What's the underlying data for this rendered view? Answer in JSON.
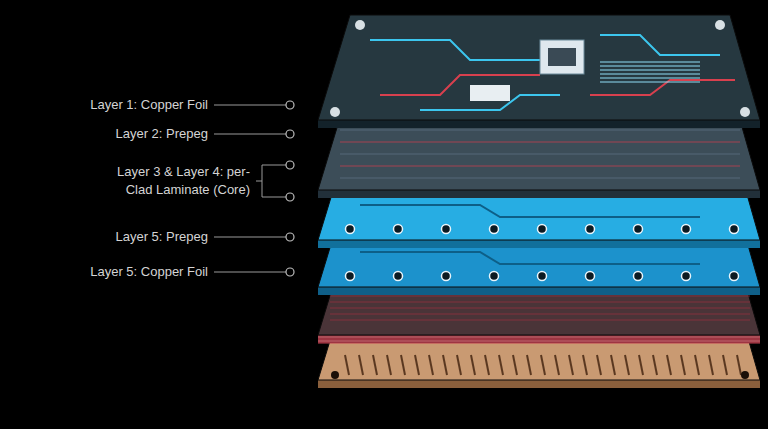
{
  "diagram": {
    "labels": [
      "Layer 1: Copper Foil",
      "Layer 2: Prepeg",
      "Layer 3 & Layer 4: per-Clad Laminate (Core)",
      "Layer 5: Prepeg",
      "Layer 5: Copper Foil"
    ]
  }
}
